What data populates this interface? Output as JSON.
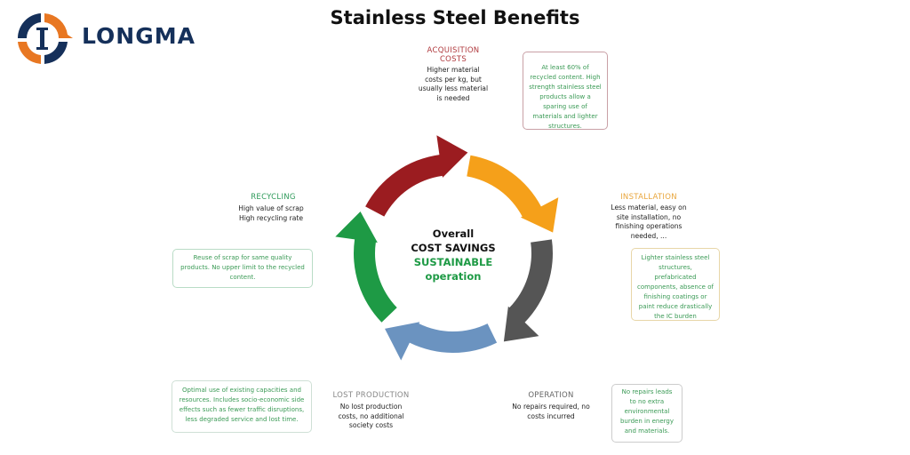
{
  "brand": {
    "name": "LONGMA",
    "colors": {
      "navy": "#15305a",
      "orange": "#e87722"
    }
  },
  "title": "Stainless Steel Benefits",
  "center": {
    "line1": "Overall",
    "line2": "COST SAVINGS",
    "line3": "SUSTAINABLE",
    "line4": "operation"
  },
  "stages": [
    {
      "id": "acquisition",
      "heading": "ACQUISITION COSTS",
      "desc": "Higher material costs per kg, but usually less material is needed",
      "note": "At least 60% of recycled content. High strength stainless steel products allow a sparing use of materials and lighter structures.",
      "color": "#9b1c20"
    },
    {
      "id": "installation",
      "heading": "INSTALLATION",
      "desc": "Less material, easy on site installation, no finishing operations needed, ...",
      "note": "Lighter stainless steel structures, prefabricated components, absence of finishing coatings or paint reduce drastically the IC burden",
      "color": "#f5a01a"
    },
    {
      "id": "operation",
      "heading": "OPERATION",
      "desc": "No repairs required, no costs incurred",
      "note": "No repairs leads to no extra environmental burden in energy and materials.",
      "color": "#555555"
    },
    {
      "id": "lost-production",
      "heading": "LOST PRODUCTION",
      "desc": "No lost production costs, no additional society costs",
      "note": "Optimal use of existing capacities and resources. Includes socio-economic side effects such as fewer traffic disruptions, less degraded service and lost time.",
      "color": "#6b93c0"
    },
    {
      "id": "recycling",
      "heading": "RECYCLING",
      "desc": "High value of scrap High recycling rate",
      "note": "Reuse of scrap for same quality products. No upper limit to the recycled content.",
      "color": "#1e9a45"
    }
  ]
}
